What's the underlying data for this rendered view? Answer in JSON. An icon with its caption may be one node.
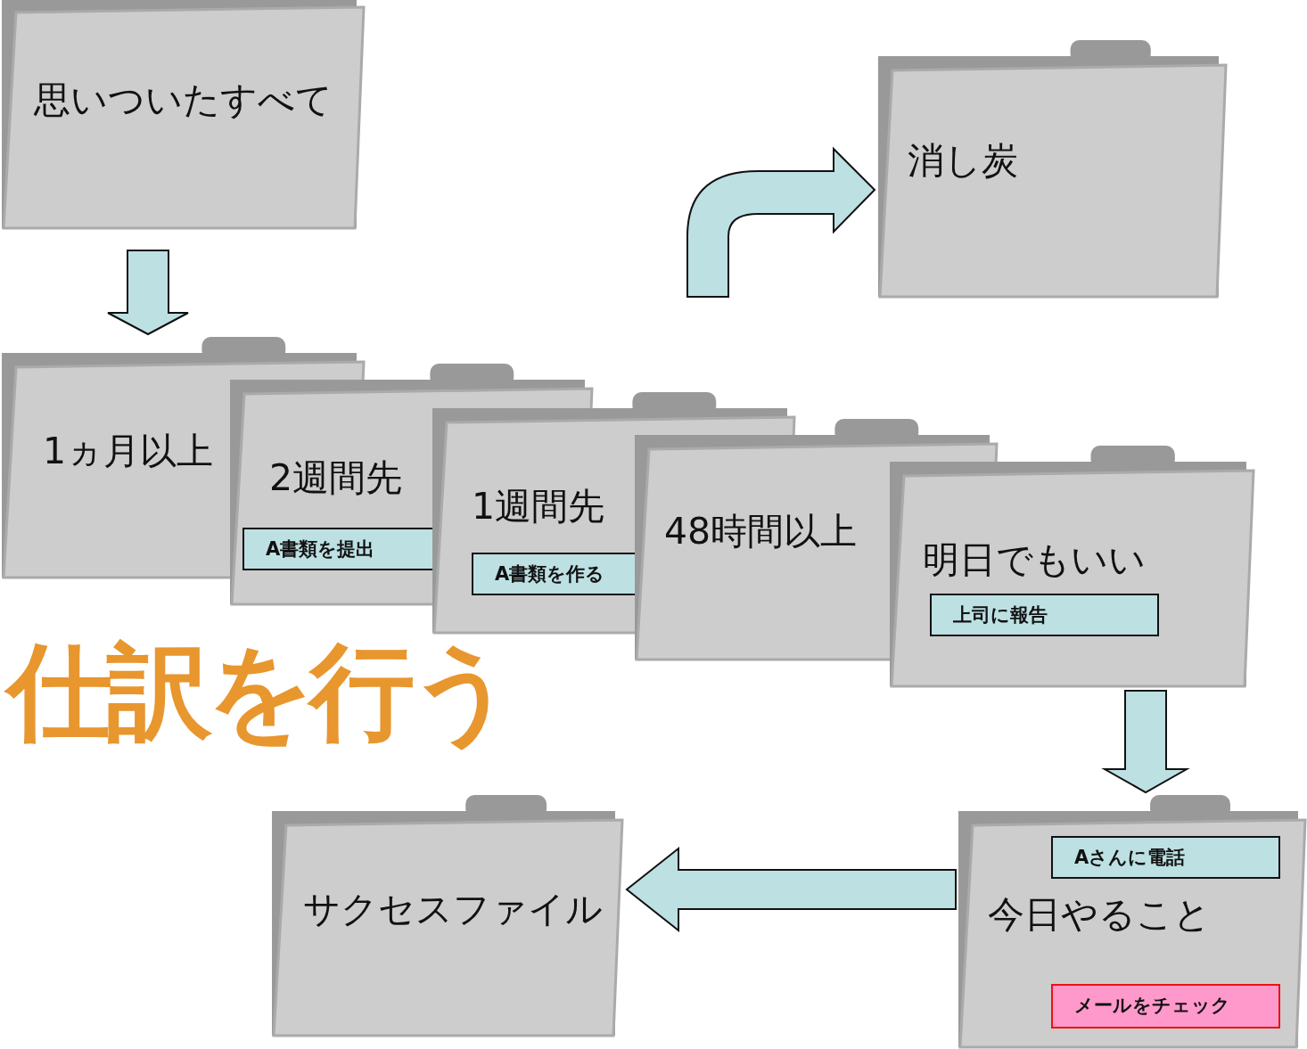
{
  "diagram": {
    "nodes": [
      {
        "text": [
          "思いついたすべて"
        ]
      },
      {
        "text": [
          "消し炭"
        ]
      },
      {
        "text": [
          "1ヵ月以上"
        ]
      },
      {
        "text": [
          "2週間先"
        ]
      },
      {
        "text": [
          "A書類を提出"
        ],
        "in": 3
      },
      {
        "text": [
          "1週間先"
        ]
      },
      {
        "text": [
          "A書類を作る"
        ],
        "in": 5
      },
      {
        "text": [
          "48時間以上"
        ]
      },
      {
        "text": [
          "明日でもいい"
        ]
      },
      {
        "text": [
          "上司に報告"
        ],
        "in": 8
      },
      {
        "text": [
          "今日やること"
        ]
      },
      {
        "text": [
          "Aさんに電話"
        ],
        "in": 10
      },
      {
        "text": [
          "メールをチェック"
        ],
        "in": 10
      },
      {
        "text": [
          "サクセスファイル"
        ]
      }
    ],
    "edges": [
      {
        "from": 0,
        "to": 2,
        "arrow": "to"
      },
      {
        "from": null,
        "to": 1,
        "arrow": "to"
      },
      {
        "from": 8,
        "to": 10,
        "arrow": "to"
      },
      {
        "from": 10,
        "to": 13,
        "arrow": "to"
      }
    ],
    "labels": [
      "仕訳を行う"
    ]
  }
}
